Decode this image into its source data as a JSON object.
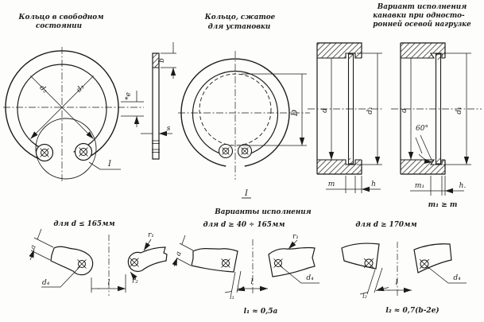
{
  "colors": {
    "ink": "#1b1b1b",
    "paper": "#fdfdfb"
  },
  "captions": {
    "free_state": [
      "Кольцо в свободном",
      "состоянии"
    ],
    "compressed": [
      "Кольцо, сжатое",
      "для установки"
    ],
    "groove_variant": [
      "Вариант исполнения",
      "канавки при односто-",
      "ронней осевой нагрузке"
    ]
  },
  "dims": {
    "d2": "d₂",
    "d3": "d₃",
    "e": "*e",
    "b": "b",
    "s": "s",
    "D": "D",
    "d": "d",
    "d1": "d₁",
    "m": "m",
    "h": "h",
    "angle": "60°",
    "m1": "m₁",
    "h_dot": "h.",
    "rule": "m₁ ≥ m",
    "a": "a",
    "d4": "d₄",
    "l": "l",
    "r1": "r₁",
    "r2": "r₂",
    "l1": "l₁",
    "l2": "l₂",
    "view": "I"
  },
  "notes": {
    "variants_title": "Варианты исполнения",
    "detail1": "для d ≤ 165мм",
    "detail2": "для d ≥ 40 ÷ 165мм",
    "detail3": "для d ≥ 170мм",
    "formula1": "l₁ ≈ 0,5a",
    "formula2": "l₂ ≈ 0,7(b-2e)"
  }
}
